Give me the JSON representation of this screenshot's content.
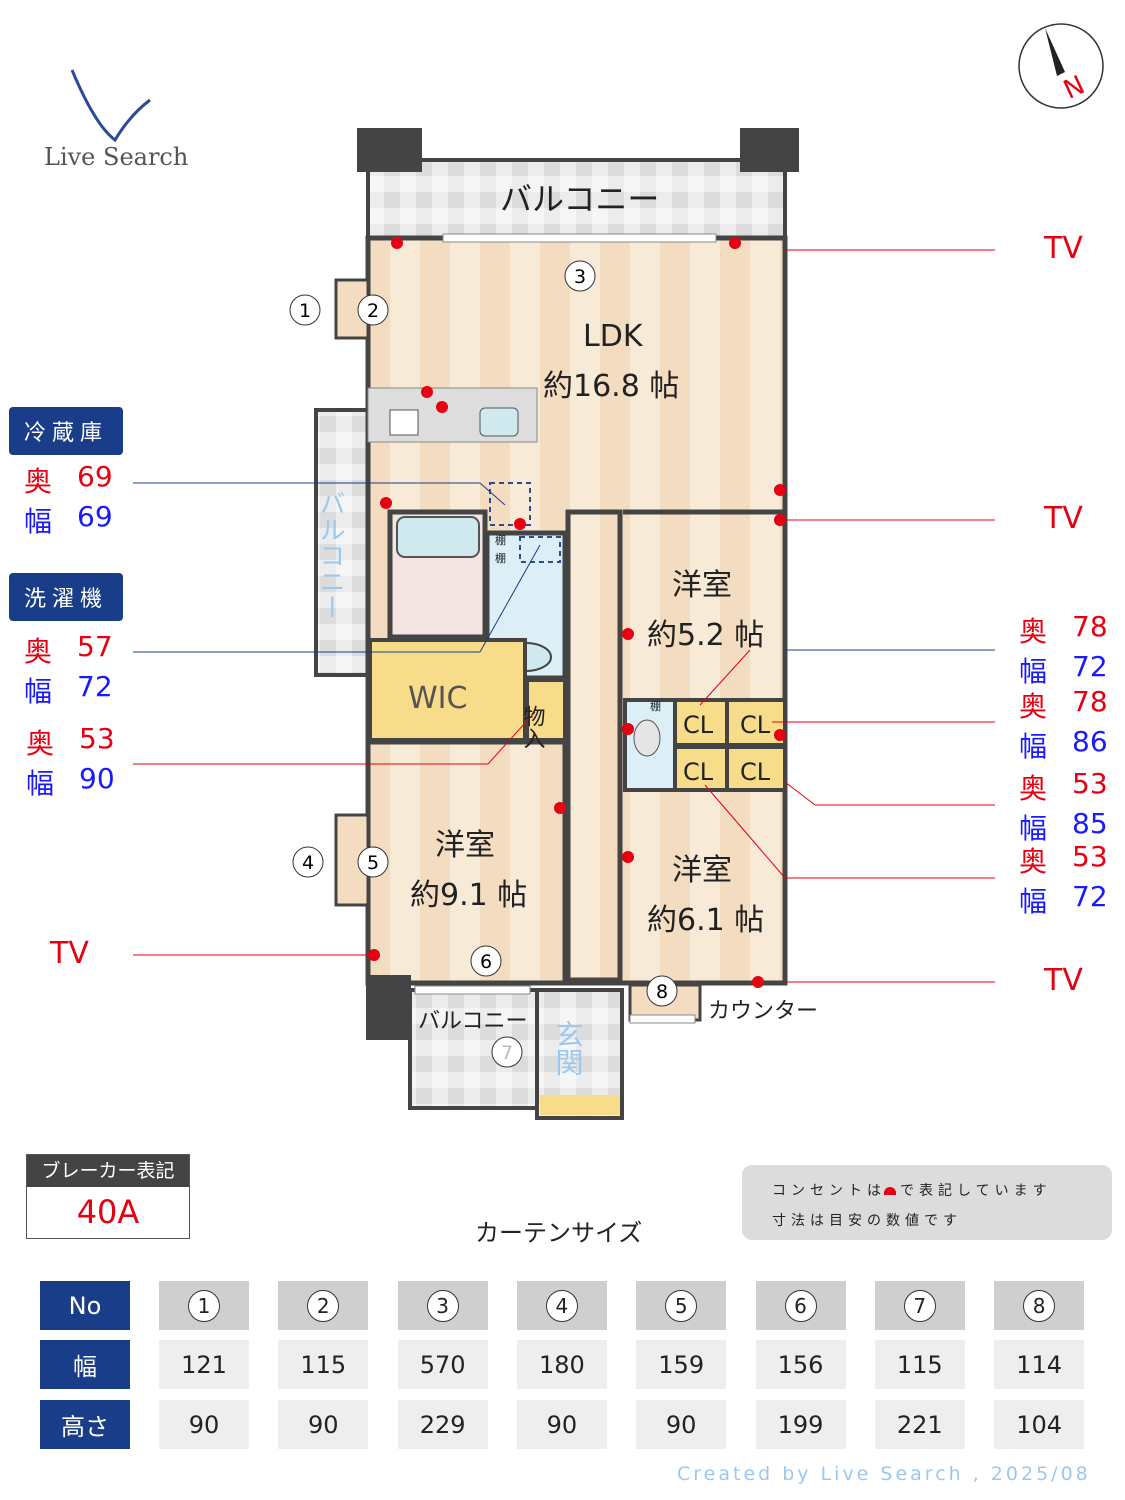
{
  "logo": {
    "text": "Live Search"
  },
  "compass": {
    "label": "N",
    "icon": "compass-north-icon"
  },
  "rooms": {
    "balcony_top": "バルコニー",
    "ldk_name": "LDK",
    "ldk_size": "約16.8 帖",
    "western1_name": "洋室",
    "western1_size": "約5.2 帖",
    "western2_name": "洋室",
    "western2_size": "約6.1 帖",
    "western3_name": "洋室",
    "western3_size": "約9.1 帖",
    "wic": "WIC",
    "storage": "物入",
    "cl": "CL",
    "shelf": "棚",
    "balcony_left": "バルコニー",
    "balcony_bottom": "バルコニー",
    "entrance": "玄関",
    "counter": "カウンター"
  },
  "window_markers": [
    "1",
    "2",
    "3",
    "4",
    "5",
    "6",
    "7",
    "8"
  ],
  "tv_label": "TV",
  "appliances": {
    "fridge": {
      "title": "冷蔵庫",
      "depth_label": "奥",
      "depth": "69",
      "width_label": "幅",
      "width": "69"
    },
    "washer": {
      "title": "洗濯機",
      "depth_label": "奥",
      "depth": "57",
      "width_label": "幅",
      "width": "72"
    },
    "wic_storage": {
      "depth_label": "奥",
      "depth": "53",
      "width_label": "幅",
      "width": "90"
    }
  },
  "closets_right": [
    {
      "depth_label": "奥",
      "depth": "78",
      "width_label": "幅",
      "width": "72"
    },
    {
      "depth_label": "奥",
      "depth": "78",
      "width_label": "幅",
      "width": "86"
    },
    {
      "depth_label": "奥",
      "depth": "53",
      "width_label": "幅",
      "width": "85"
    },
    {
      "depth_label": "奥",
      "depth": "53",
      "width_label": "幅",
      "width": "72"
    }
  ],
  "breaker": {
    "title": "ブレーカー表記",
    "value": "40A"
  },
  "notes": {
    "line1_a": "コンセントは",
    "line1_b": "で表記しています",
    "line2": "寸法は目安の数値です",
    "outlet_color": "#e60012"
  },
  "curtain": {
    "title": "カーテンサイズ",
    "row_headers": [
      "No",
      "幅",
      "高さ"
    ],
    "numbers": [
      "1",
      "2",
      "3",
      "4",
      "5",
      "6",
      "7",
      "8"
    ],
    "widths": [
      "121",
      "115",
      "570",
      "180",
      "159",
      "156",
      "115",
      "114"
    ],
    "heights": [
      "90",
      "90",
      "229",
      "90",
      "90",
      "199",
      "221",
      "104"
    ]
  },
  "credit": "Created by Live Search , 2025/08",
  "colors": {
    "header_blue": "#1a3d8a",
    "depth_red": "#e60012",
    "width_blue": "#1a1aff",
    "wall": "#444444",
    "floor": "#f3e3c8"
  }
}
